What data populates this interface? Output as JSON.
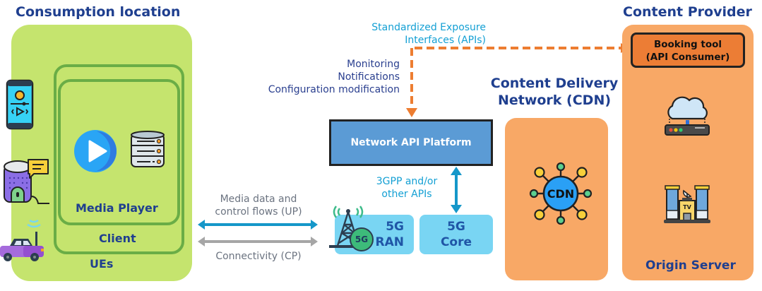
{
  "sections": {
    "consumption": {
      "title": "Consumption location",
      "ues_label": "UEs",
      "client_label": "Client",
      "media_player_label": "Media Player",
      "devices": [
        "smartphone-icon",
        "smart-speaker-icon",
        "connected-car-icon"
      ],
      "media_icons": [
        "play-button-icon",
        "database-icon"
      ]
    },
    "network": {
      "exposure_label_line1": "Standardized Exposure",
      "exposure_label_line2": "Interfaces (APIs)",
      "capabilities": [
        "Monitoring",
        "Notifications",
        "Configuration modification"
      ],
      "platform_label": "Network API Platform",
      "apis_label_line1": "3GPP and/or",
      "apis_label_line2": "other APIs",
      "ran_line1": "5G",
      "ran_line2": "RAN",
      "core_line1": "5G",
      "core_line2": "Core",
      "tower_badge": "5G",
      "up_label_line1": "Media data and",
      "up_label_line2": "control flows (UP)",
      "cp_label": "Connectivity (CP)"
    },
    "cdn": {
      "title_line1": "Content Delivery",
      "title_line2": "Network (CDN)",
      "hub_label": "CDN"
    },
    "provider": {
      "title": "Content Provider",
      "booking_line1": "Booking tool",
      "booking_line2": "(API Consumer)",
      "origin_label": "Origin Server",
      "tv_label": "TV"
    }
  },
  "colors": {
    "title_navy": "#1f3f8f",
    "green_panel": "#c5e46e",
    "client_border": "#6aad46",
    "orange_panel": "#f8a866",
    "booking_orange": "#ec7d35",
    "dashed_orange": "#ed7d31",
    "platform_blue": "#5b9bd5",
    "fiveg_box": "#79d5f3",
    "arrow_cyan": "#1597c9",
    "arrow_grey": "#a6a6a6"
  }
}
